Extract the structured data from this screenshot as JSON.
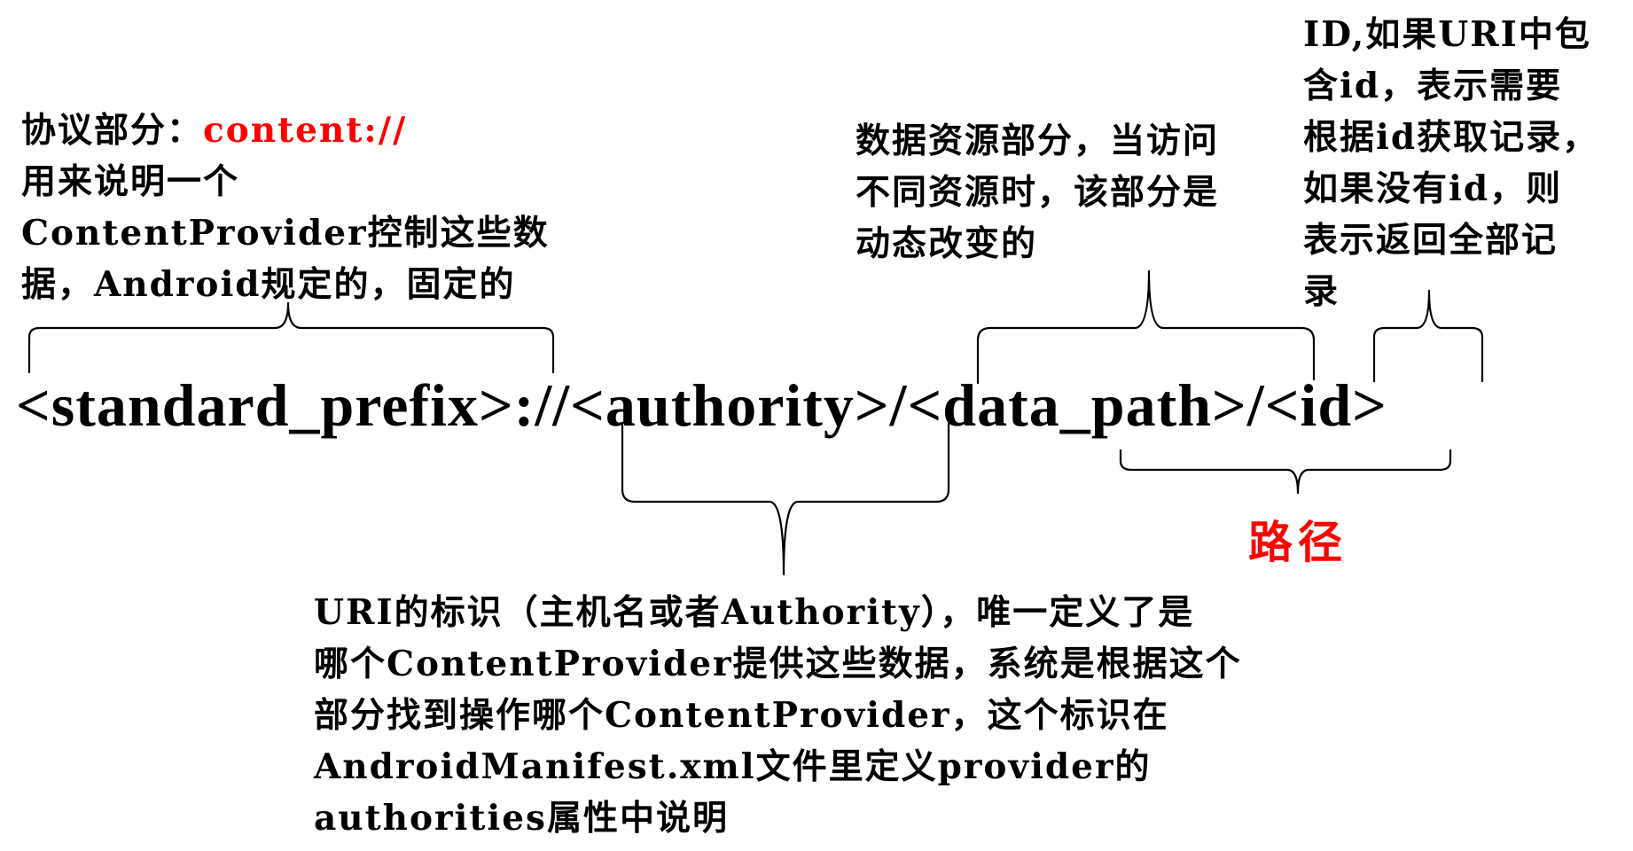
{
  "protocol_annotation": {
    "prefix": "协议部分：",
    "highlight": "content://",
    "lines": [
      "用来说明一个",
      "ContentProvider控制这些数",
      "据，Android规定的，固定的"
    ]
  },
  "data_path_annotation": {
    "lines": [
      "数据资源部分，当访问",
      "不同资源时，该部分是",
      "动态改变的"
    ]
  },
  "id_annotation": {
    "lines": [
      "ID,如果URI中包",
      "含id，表示需要",
      "根据id获取记录，",
      "如果没有id，则",
      "表示返回全部记",
      "录"
    ]
  },
  "uri_format": "<standard_prefix>://<authority>/<data_path>/<id>",
  "path_label": "路径",
  "authority_annotation": {
    "lines": [
      "URI的标识（主机名或者Authority），唯一定义了是",
      "哪个ContentProvider提供这些数据，系统是根据这个",
      "部分找到操作哪个ContentProvider，这个标识在",
      "AndroidManifest.xml文件里定义provider的",
      "authorities属性中说明"
    ]
  },
  "colors": {
    "text": "#000000",
    "highlight": "#ff0000"
  }
}
